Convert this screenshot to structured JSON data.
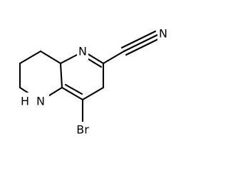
{
  "molecule": {
    "atoms": {
      "n_ring": "N",
      "n_nitrile": "N",
      "nh": "N",
      "h": "H",
      "br": "Br"
    }
  },
  "colors": {
    "bond": "#000000",
    "label": "#000000",
    "background": "#ffffff"
  }
}
